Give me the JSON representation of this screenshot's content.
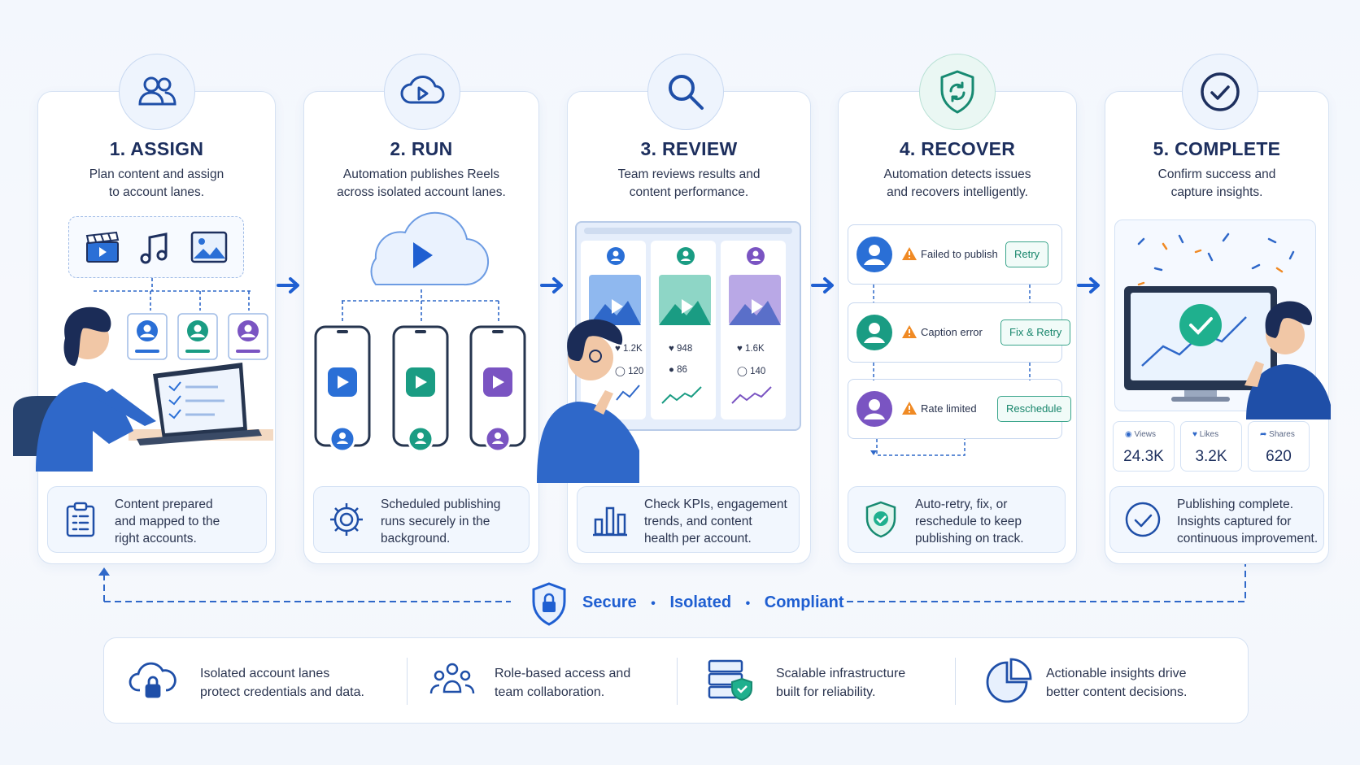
{
  "steps": [
    {
      "title": "1. ASSIGN",
      "desc": [
        "Plan content and assign",
        "to account lanes."
      ],
      "footer": [
        "Content prepared",
        "and mapped to the",
        "right accounts."
      ]
    },
    {
      "title": "2. RUN",
      "desc": [
        "Automation publishes Reels",
        "across isolated account lanes."
      ],
      "footer": [
        "Scheduled publishing",
        "runs securely in the",
        "background."
      ]
    },
    {
      "title": "3. REVIEW",
      "desc": [
        "Team reviews results and",
        "content performance."
      ],
      "footer": [
        "Check KPIs, engagement",
        "trends, and content",
        "health per account."
      ]
    },
    {
      "title": "4. RECOVER",
      "desc": [
        "Automation detects issues",
        "and recovers intelligently."
      ],
      "footer": [
        "Auto-retry, fix, or",
        "reschedule to keep",
        "publishing on track."
      ]
    },
    {
      "title": "5. COMPLETE",
      "desc": [
        "Confirm success and",
        "capture insights."
      ],
      "footer": [
        "Publishing complete.",
        "Insights captured for",
        "continuous improvement."
      ]
    }
  ],
  "review_metrics": [
    {
      "likes": "1.2K",
      "comments": "120"
    },
    {
      "likes": "948",
      "comments": "86"
    },
    {
      "likes": "1.6K",
      "comments": "140"
    }
  ],
  "recover_items": [
    {
      "status": "Failed to publish",
      "action": "Retry"
    },
    {
      "status": "Caption error",
      "action": "Fix & Retry"
    },
    {
      "status": "Rate limited",
      "action": "Reschedule"
    }
  ],
  "complete_stats": [
    {
      "label": "Views",
      "value": "24.3K"
    },
    {
      "label": "Likes",
      "value": "3.2K"
    },
    {
      "label": "Shares",
      "value": "620"
    }
  ],
  "tagline": {
    "a": "Secure",
    "b": "Isolated",
    "c": "Compliant",
    "sep": "•"
  },
  "features": [
    [
      "Isolated account lanes",
      "protect credentials and data."
    ],
    [
      "Role-based access and",
      "team collaboration."
    ],
    [
      "Scalable infrastructure",
      "built for reliability."
    ],
    [
      "Actionable insights drive",
      "better content decisions."
    ]
  ],
  "colors": {
    "primary": "#1f5fd1",
    "teal": "#1a9c83",
    "purple": "#7a54c2",
    "warn": "#f08a24",
    "navy": "#1d2f5e"
  }
}
